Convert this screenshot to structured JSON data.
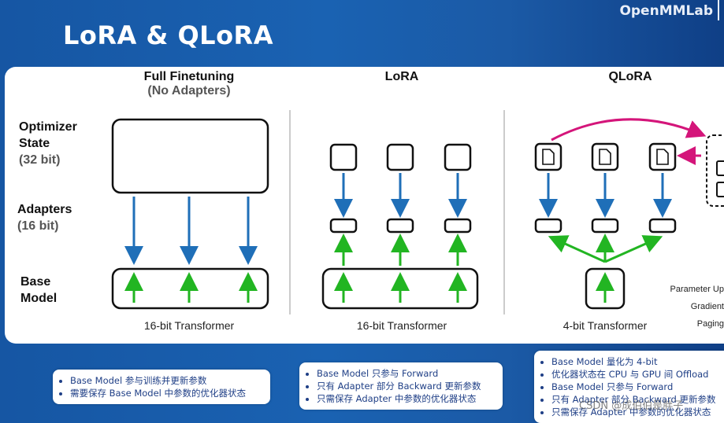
{
  "slide": {
    "title": "LoRA & QLoRA",
    "brand": "OpenMMLab"
  },
  "row_labels": {
    "optimizer_line1": "Optimizer",
    "optimizer_line2": "State",
    "optimizer_bits": "(32 bit)",
    "adapters": "Adapters",
    "adapters_bits": "(16 bit)",
    "base_line1": "Base",
    "base_line2": "Model"
  },
  "columns": {
    "full": {
      "title": "Full Finetuning",
      "subtitle": "(No Adapters)",
      "caption": "16-bit Transformer"
    },
    "lora": {
      "title": "LoRA",
      "caption": "16-bit Transformer"
    },
    "qlora": {
      "title": "QLoRA",
      "caption": "4-bit Transformer"
    }
  },
  "legend": {
    "parameter_updates": "Parameter Up",
    "gradient_flow": "Gradient",
    "paging_flow": "Paging"
  },
  "notes": {
    "full": [
      "Base Model 参与训练并更新参数",
      "需要保存 Base Model 中参数的优化器状态"
    ],
    "lora": [
      "Base Model 只参与 Forward",
      "只有 Adapter 部分 Backward 更新参数",
      "只需保存 Adapter 中参数的优化器状态"
    ],
    "qlora": [
      "Base Model 量化为 4-bit",
      "优化器状态在 CPU 与 GPU 间 Offload",
      "Base Model 只参与 Forward",
      "只有 Adapter 部分 Backward 更新参数",
      "只需保存 Adapter 中参数的优化器状态"
    ]
  },
  "watermark": "CSDN @成伯伯是胖子",
  "colors": {
    "background": "#1656a3",
    "gradient_arrow": "#1f6fb8",
    "forward_arrow": "#22b522",
    "paging_arrow": "#d4157a",
    "note_text": "#1f3f86"
  }
}
